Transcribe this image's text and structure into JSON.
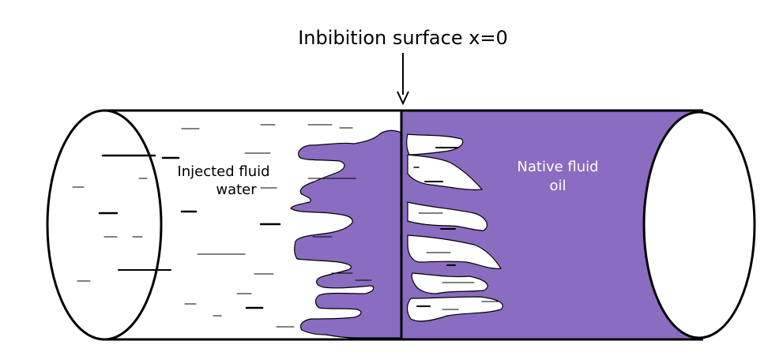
{
  "title": "Inbibition surface x=0",
  "labels": {
    "injected_line1": "Injected fluid",
    "injected_line2": "water",
    "native_line1": "Native fluid",
    "native_line2": "oil"
  },
  "colors": {
    "oil": "#8a6cc1",
    "outline": "#000000",
    "water": "#ffffff",
    "native_text": "#ffffff",
    "text": "#000000"
  }
}
